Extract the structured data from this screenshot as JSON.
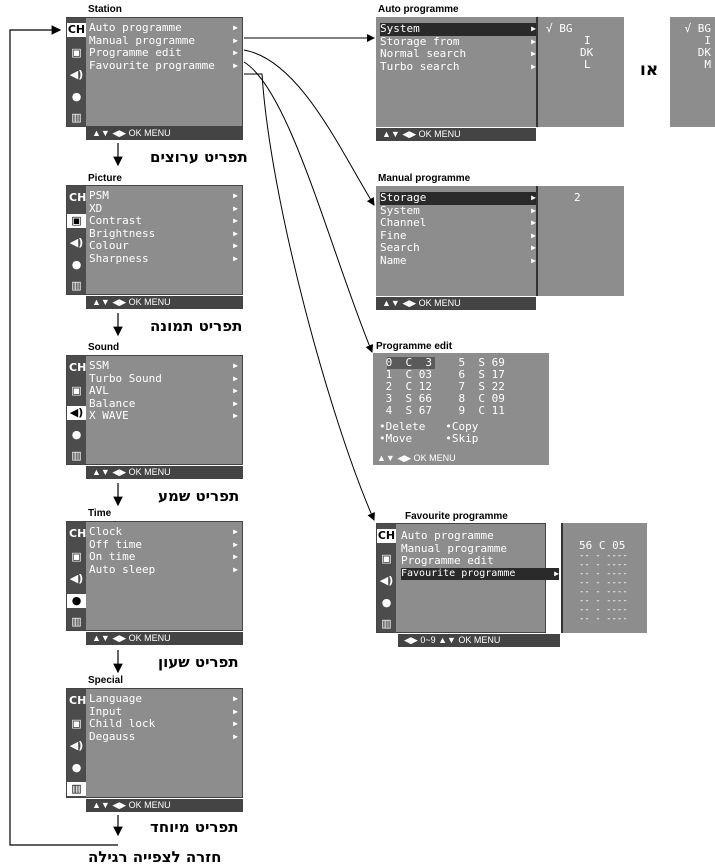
{
  "station": {
    "title": "Station",
    "items": [
      "Auto programme",
      "Manual programme",
      "Programme edit",
      "Favourite programme"
    ],
    "footer": "▲▼  ◀▶  OK  MENU",
    "caption": "תפריט ערוצים"
  },
  "picture": {
    "title": "Picture",
    "items": [
      "PSM",
      "XD",
      "Contrast",
      "Brightness",
      "Colour",
      "Sharpness"
    ],
    "footer": "▲▼  ◀▶  OK  MENU",
    "caption": "תפריט תמונה"
  },
  "sound": {
    "title": "Sound",
    "items": [
      "SSM",
      "Turbo Sound",
      "AVL",
      "Balance",
      "X WAVE"
    ],
    "footer": "▲▼  ◀▶  OK  MENU",
    "caption": "תפריט שמע"
  },
  "time": {
    "title": "Time",
    "items": [
      "Clock",
      "Off time",
      "On time",
      "Auto sleep"
    ],
    "footer": "▲▼  ◀▶  OK  MENU",
    "caption": "תפריט שעון"
  },
  "special": {
    "title": "Special",
    "items": [
      "Language",
      "Input",
      "Child lock",
      "Degauss"
    ],
    "footer": "▲▼  ◀▶  OK  MENU",
    "caption": "תפריט מיוחד"
  },
  "exit_caption": "חזרה לצפייה רגילה",
  "auto_programme": {
    "title": "Auto programme",
    "items": [
      "System",
      "Storage from",
      "Normal search",
      "Turbo search"
    ],
    "options": [
      "√  BG",
      "I",
      "DK",
      "L"
    ],
    "footer": "▲▼  ◀▶  OK  MENU"
  },
  "or_label": "או",
  "alt_systems": {
    "options": [
      "√ BG",
      "I",
      "DK",
      "M"
    ]
  },
  "manual_programme": {
    "title": "Manual programme",
    "items": [
      "Storage",
      "System",
      "Channel",
      "Fine",
      "Search",
      "Name"
    ],
    "value": "2",
    "footer": "▲▼  ◀▶  OK  MENU"
  },
  "programme_edit": {
    "title": "Programme edit",
    "rows": [
      " 0  C  3    5  S 69",
      " 1  C 03    6  S 17",
      " 2  C 12    7  S 22",
      " 3  S 66    8  C 09",
      " 4  S 67    9  C 11"
    ],
    "actions": [
      "•Delete   •Copy",
      "•Move     •Skip"
    ],
    "footer": "▲▼  ◀▶  OK  MENU"
  },
  "favourite_programme": {
    "title": "Favourite programme",
    "items": [
      "Auto programme",
      "Manual programme",
      "Programme edit",
      "Favourite programme"
    ],
    "first_entry": "56 C 05",
    "empty_entry": "-- - ----",
    "footer": "◀▶  0~9  ▲▼  OK  MENU"
  },
  "icons": [
    "channel-icon",
    "picture-icon",
    "sound-icon",
    "clock-icon",
    "special-icon"
  ]
}
